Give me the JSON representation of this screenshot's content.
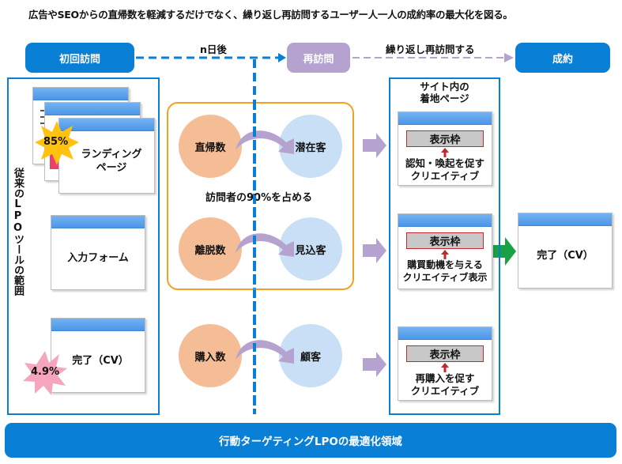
{
  "headline": "広告やSEOからの直帰数を軽減するだけでなく、繰り返し再訪問するユーザー人一人の成約率の最大化を図る。",
  "flow": {
    "first_visit": "初回訪問",
    "n_days_later": "n日後",
    "revisit": "再訪問",
    "repeat_revisit": "繰り返し再訪問する",
    "conversion": "成約"
  },
  "left_panel": {
    "scope_label": "従来のLPOツールの範囲",
    "landing_page": "ランディング\nページ",
    "input_form": "入力フォーム",
    "complete": "完了（CV）",
    "landing_rate": "85%",
    "complete_rate": "4.9%"
  },
  "middle": {
    "rows": [
      {
        "source": "直帰数",
        "target": "潜在客"
      },
      {
        "source": "離脱数",
        "target": "見込客"
      },
      {
        "source": "購入数",
        "target": "顧客"
      }
    ],
    "note": "訪問者の90%を占める"
  },
  "right_panel": {
    "title": "サイト内の\n着地ページ",
    "cards": [
      {
        "frame": "表示枠",
        "text": "認知・喚起を促す\nクリエイティブ"
      },
      {
        "frame": "表示枠",
        "text": "購買動機を与える\nクリエイティブ表示"
      },
      {
        "frame": "表示枠",
        "text": "再購入を促す\nクリエイティブ"
      }
    ]
  },
  "result_page": {
    "label": "完了（CV）"
  },
  "footer": "行動ターゲティングLPOの最適化領域",
  "colors": {
    "primary_blue": "#0a7fd6",
    "revisit_purple": "#b6a2cf",
    "orange_frame": "#f5a020",
    "source_circle": "#f5bd96",
    "target_circle": "#c9dff5",
    "badge_yellow": "#ffc20e",
    "badge_pink": "#f5a6bd",
    "green_arrow": "#1aa146",
    "display_frame_red": "#c0262b"
  }
}
